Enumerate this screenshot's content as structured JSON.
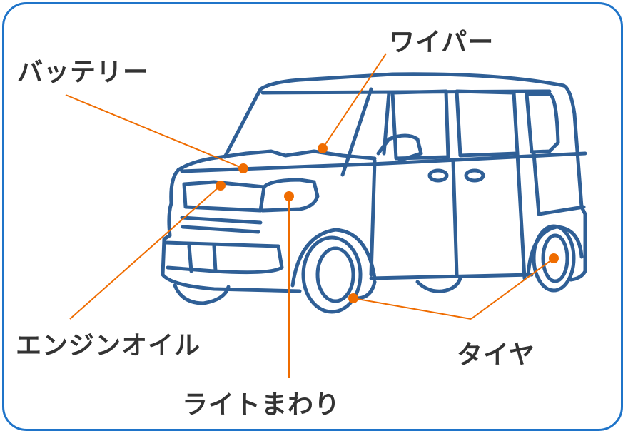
{
  "title": "Car inspection points",
  "labels": {
    "battery": "バッテリー",
    "wiper": "ワイパー",
    "engine_oil": "エンジンオイル",
    "lights": "ライトまわり",
    "tires": "タイヤ"
  },
  "colors": {
    "frame": "#1f74c9",
    "car": "#2f5f96",
    "callout": "#ef6c00",
    "text": "#333333"
  }
}
